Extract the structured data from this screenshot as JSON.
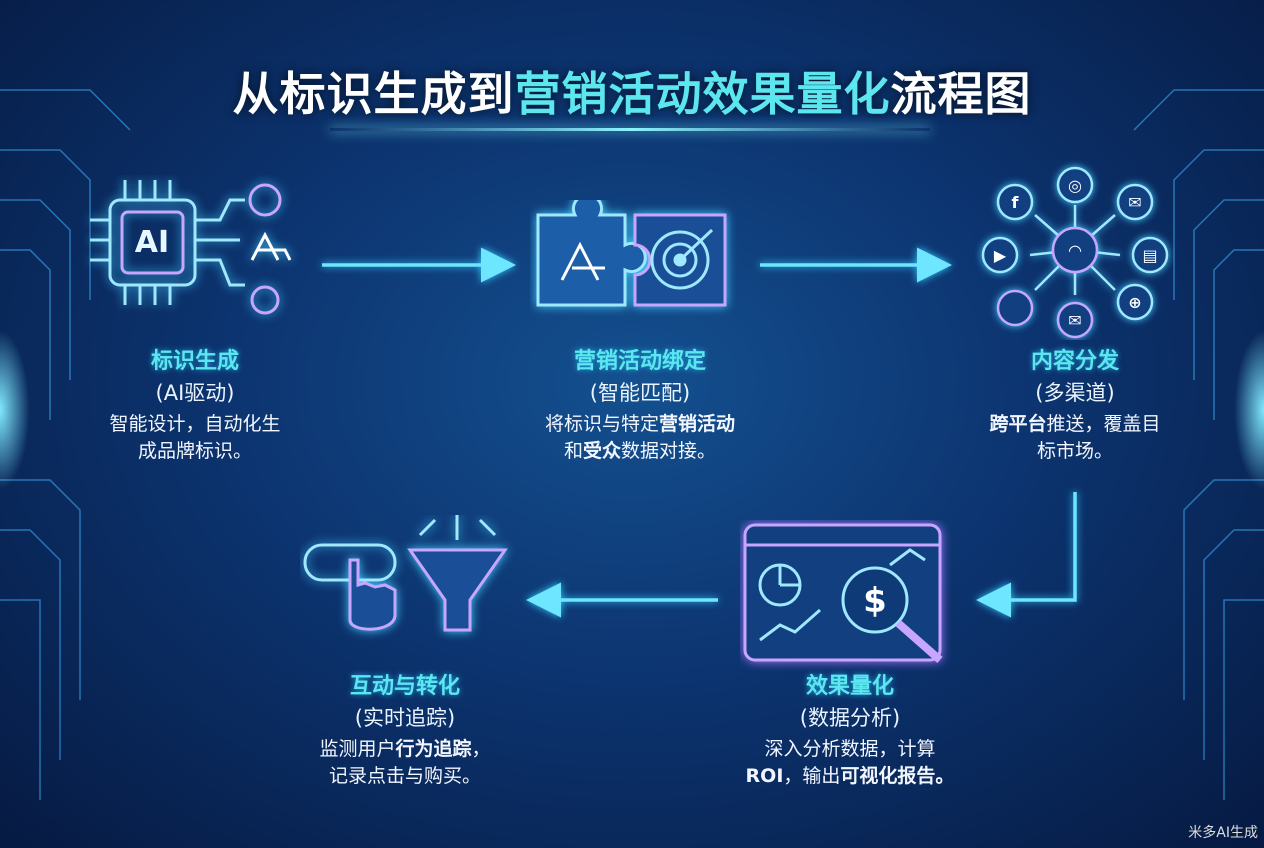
{
  "title": {
    "part1": "从标识生成到",
    "part2": "营销活动效果量化",
    "part3": "流程图"
  },
  "steps": [
    {
      "name": "标识生成",
      "sub": "(AI驱动)",
      "desc": [
        {
          "t": "智能设计，自动化生"
        },
        {
          "t": "成品牌标识。",
          "br": true
        }
      ],
      "icon": "ai-chip-icon",
      "icon_text": "AI"
    },
    {
      "name": "营销活动绑定",
      "sub": "(智能匹配)",
      "desc": [
        {
          "t": "将标识与特定"
        },
        {
          "t": "营销活动",
          "b": true
        },
        {
          "t": "和",
          "br": true
        },
        {
          "t": "受众",
          "b": true
        },
        {
          "t": "数据对接。"
        }
      ],
      "icon": "puzzle-target-icon"
    },
    {
      "name": "内容分发",
      "sub": "(多渠道)",
      "desc": [
        {
          "t": "跨平台",
          "b": true
        },
        {
          "t": "推送，覆盖目"
        },
        {
          "t": "标市场。",
          "br": true
        }
      ],
      "icon": "social-network-icon"
    },
    {
      "name": "效果量化",
      "sub": "(数据分析)",
      "desc": [
        {
          "t": "深入分析数据，计算"
        },
        {
          "t": "ROI",
          "b": true,
          "br": true
        },
        {
          "t": "，输出"
        },
        {
          "t": "可视化报告。",
          "b": true
        }
      ],
      "icon": "analytics-magnifier-icon"
    },
    {
      "name": "互动与转化",
      "sub": "(实时追踪)",
      "desc": [
        {
          "t": "监测用户"
        },
        {
          "t": "行为追踪",
          "b": true
        },
        {
          "t": "，"
        },
        {
          "t": "记录点击与购买。",
          "br": true
        }
      ],
      "icon": "click-funnel-icon"
    }
  ],
  "colors": {
    "accent": "#5ce6ef",
    "arrow": "#4fd4ff",
    "icon_purple": "#b48cff"
  },
  "watermark": "米多AI生成"
}
